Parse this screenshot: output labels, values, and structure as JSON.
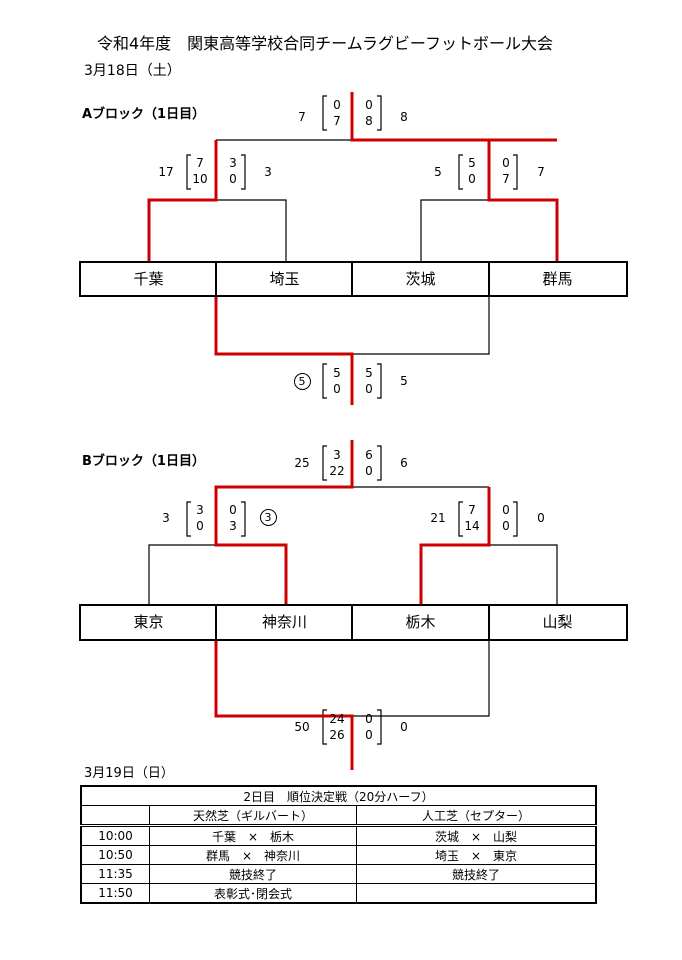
{
  "title": "令和4年度　関東高等学校合同チームラグビーフットボール大会",
  "day1_date": "3月18日（土）",
  "colors": {
    "winner_line": "#cc0000",
    "line": "#000000"
  },
  "block_a": {
    "label": "Aブロック（1日目）",
    "teams": [
      "千葉",
      "埼玉",
      "茨城",
      "群馬"
    ],
    "final": {
      "left_total": "7",
      "left_halves": [
        "0",
        "7"
      ],
      "right_halves": [
        "0",
        "8"
      ],
      "right_total": "8"
    },
    "semi_left": {
      "left_total": "17",
      "left_halves": [
        "7",
        "10"
      ],
      "right_halves": [
        "3",
        "0"
      ],
      "right_total": "3"
    },
    "semi_right": {
      "left_total": "5",
      "left_halves": [
        "5",
        "0"
      ],
      "right_halves": [
        "0",
        "7"
      ],
      "right_total": "7"
    },
    "bottom": {
      "left_mark": "5",
      "left_halves": [
        "5",
        "0"
      ],
      "right_halves": [
        "5",
        "0"
      ],
      "right_total": "5"
    }
  },
  "block_b": {
    "label": "Bブロック（1日目）",
    "teams": [
      "東京",
      "神奈川",
      "栃木",
      "山梨"
    ],
    "final": {
      "left_total": "25",
      "left_halves": [
        "3",
        "22"
      ],
      "right_halves": [
        "6",
        "0"
      ],
      "right_total": "6"
    },
    "semi_left": {
      "left_total": "3",
      "left_halves": [
        "3",
        "0"
      ],
      "right_halves": [
        "0",
        "3"
      ],
      "right_mark": "3"
    },
    "semi_right": {
      "left_total": "21",
      "left_halves": [
        "7",
        "14"
      ],
      "right_halves": [
        "0",
        "0"
      ],
      "right_total": "0"
    },
    "bottom": {
      "left_total": "50",
      "left_halves": [
        "24",
        "26"
      ],
      "right_halves": [
        "0",
        "0"
      ],
      "right_total": "0"
    }
  },
  "day2": {
    "date": "3月19日（日）",
    "table_title": "2日目　順位決定戦（20分ハーフ）",
    "columns": [
      "",
      "天然芝（ギルバート）",
      "人工芝（セプター）"
    ],
    "rows": [
      [
        "10:00",
        "千葉　×　栃木",
        "茨城　×　山梨"
      ],
      [
        "10:50",
        "群馬　×　神奈川",
        "埼玉　×　東京"
      ],
      [
        "11:35",
        "競技終了",
        "競技終了"
      ],
      [
        "11:50",
        "表彰式･閉会式",
        ""
      ]
    ]
  }
}
